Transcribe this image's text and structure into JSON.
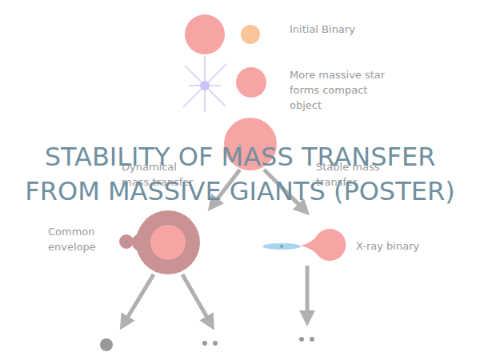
{
  "diagram": {
    "title": "STABILITY OF MASS TRANSFER FROM MASSIVE GIANTS (POSTER)",
    "labels": [
      "Initial Binary",
      "More massive star forms compact object",
      "Dynamical mass transfer",
      "Stable mass transfer",
      "Common envelope",
      "X-ray binary"
    ]
  }
}
